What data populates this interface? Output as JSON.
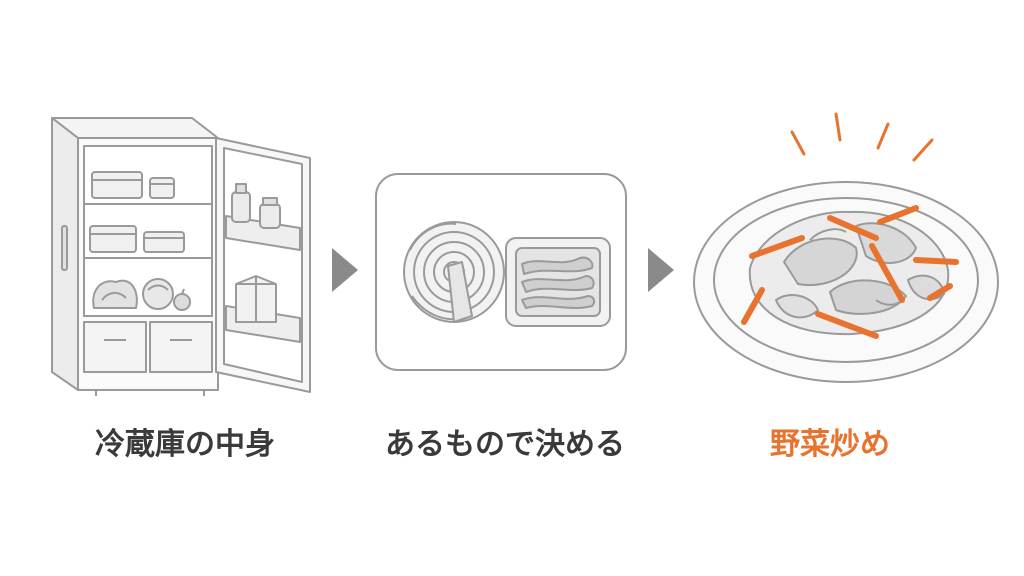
{
  "steps": [
    {
      "label": "冷蔵庫の中身",
      "icon": "refrigerator-icon"
    },
    {
      "label": "あるもので決める",
      "icon": "cabbage-and-meat-tray-icon"
    },
    {
      "label": "野菜炒め",
      "icon": "stir-fry-plate-icon"
    }
  ],
  "colors": {
    "line": "#9a9a9a",
    "text": "#3a3a3a",
    "arrow": "#8a8a8a",
    "accent": "#e8732f",
    "fill_light": "#f1f1f1",
    "fill_mid": "#d6d6d6"
  }
}
